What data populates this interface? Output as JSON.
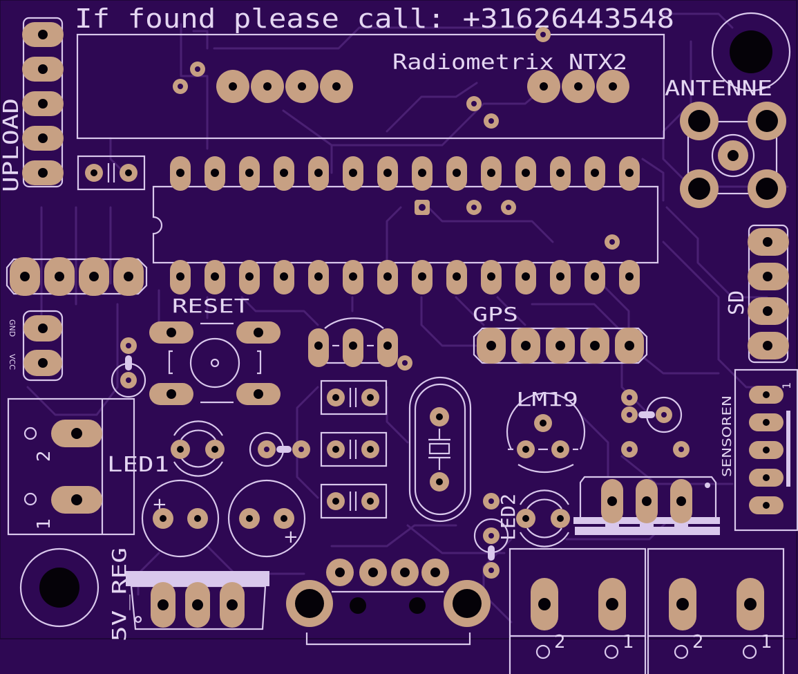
{
  "silkscreen": {
    "found_text": "If found please call: +31626443548",
    "radio_label": "Radiometrix NTX2",
    "antenna_label": "ANTENNE",
    "upload_label": "UPLOAD",
    "sd_label": "SD",
    "reset_label": "RESET",
    "gps_label": "GPS",
    "lm19_label": "LM19",
    "led1_label": "LED1",
    "led2_label": "LED2",
    "sensoren_label": "SENSOREN",
    "sensoren_pin1": "1",
    "gnd_label": "GND",
    "vcc_label": "VCC",
    "reg_label": "5V_REG",
    "power_pin2": "2",
    "power_pin1": "1",
    "cap_plus": "+",
    "term_a_pin2": "2",
    "term_a_pin1": "1",
    "term_b_pin2": "2",
    "term_b_pin1": "1"
  },
  "colors": {
    "board": "#2e0853",
    "silkscreen": "#d9c8ec",
    "pad": "#c7a083",
    "trace": "#4a2073"
  }
}
